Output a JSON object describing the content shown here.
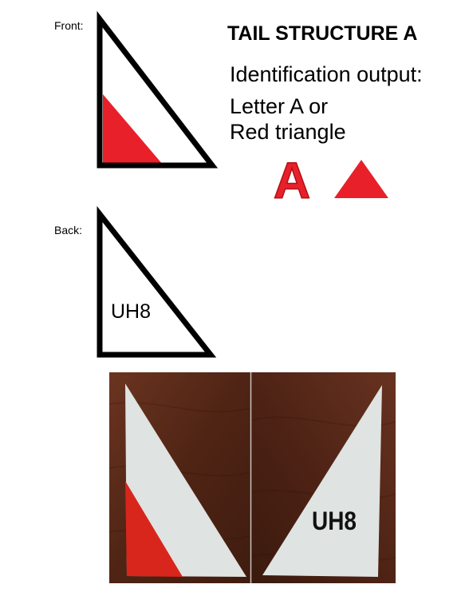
{
  "labels": {
    "front": "Front:",
    "back": "Back:"
  },
  "title": "TAIL STRUCTURE A",
  "identification": {
    "heading": "Identification output:",
    "line1": "Letter A or",
    "line2": "Red triangle",
    "letter": "A"
  },
  "back_code": "UH8",
  "photo_code": "UH8",
  "colors": {
    "red": "#e8202a",
    "black": "#000000",
    "panel": "#dfe3e1",
    "wood": "#5a2a18"
  }
}
